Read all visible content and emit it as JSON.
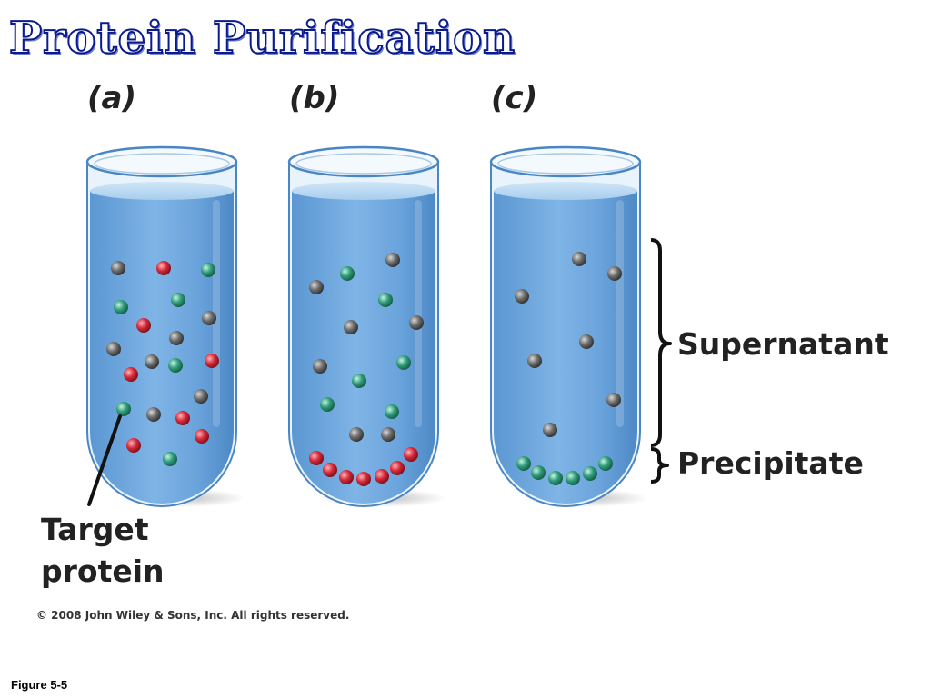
{
  "title": "Protein Purification",
  "panels": [
    {
      "label": "(a)"
    },
    {
      "label": "(b)"
    },
    {
      "label": "(c)"
    }
  ],
  "labels": {
    "supernatant": "Supernatant",
    "precipitate": "Precipitate",
    "target_line1": "Target",
    "target_line2": "protein"
  },
  "copyright": "© 2008 John Wiley & Sons, Inc. All rights reserved.",
  "caption": "Figure 5-5",
  "colors": {
    "title_outline": "#0a1a8c",
    "liquid": "#6fa8dc",
    "gray_protein": "#5f5f5f",
    "red_protein": "#d42a3a",
    "green_protein": "#2f9d7a"
  }
}
